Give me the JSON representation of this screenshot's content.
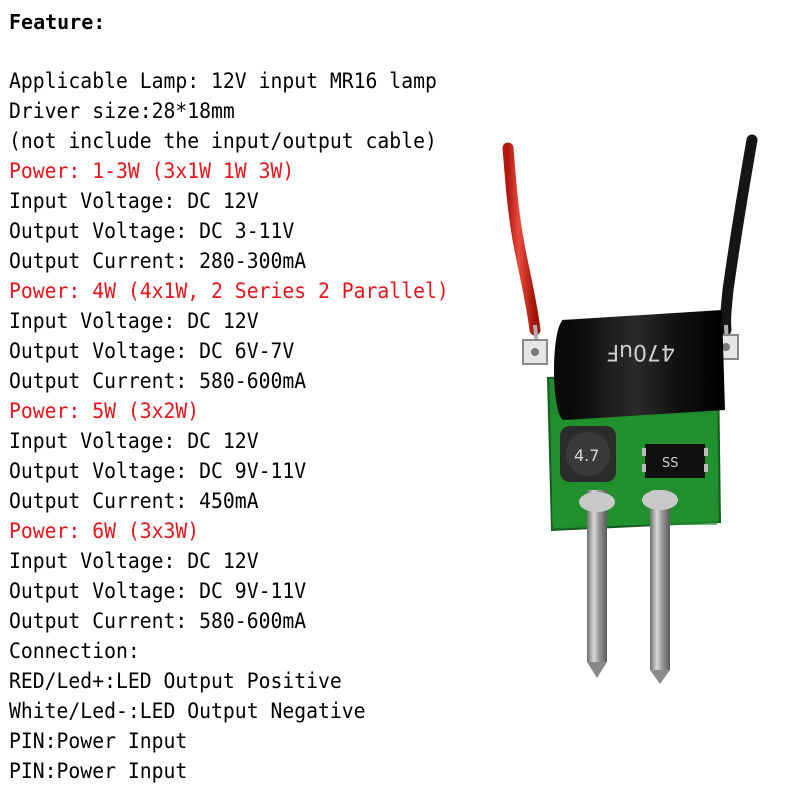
{
  "heading": "Feature:",
  "lines": [
    {
      "text": "Applicable Lamp: 12V input MR16 lamp",
      "red": false
    },
    {
      "text": "Driver size:28*18mm",
      "red": false
    },
    {
      "text": "(not include the input/output cable)",
      "red": false
    },
    {
      "text": "Power: 1-3W (3x1W 1W 3W)",
      "red": true
    },
    {
      "text": "Input Voltage: DC 12V",
      "red": false
    },
    {
      "text": "Output Voltage: DC 3-11V",
      "red": false
    },
    {
      "text": "Output Current: 280-300mA",
      "red": false
    },
    {
      "text": "Power: 4W (4x1W, 2 Series 2 Parallel)",
      "red": true
    },
    {
      "text": "Input Voltage: DC 12V",
      "red": false
    },
    {
      "text": "Output Voltage: DC 6V-7V",
      "red": false
    },
    {
      "text": "Output Current: 580-600mA",
      "red": false
    },
    {
      "text": "Power: 5W (3x2W)",
      "red": true
    },
    {
      "text": "Input Voltage: DC 12V",
      "red": false
    },
    {
      "text": "Output Voltage: DC 9V-11V",
      "red": false
    },
    {
      "text": "Output Current: 450mA",
      "red": false
    },
    {
      "text": "Power: 6W (3x3W)",
      "red": true
    },
    {
      "text": "Input Voltage: DC 12V",
      "red": false
    },
    {
      "text": "Output Voltage: DC 9V-11V",
      "red": false
    },
    {
      "text": "Output Current: 580-600mA",
      "red": false
    },
    {
      "text": "Connection:",
      "red": false
    },
    {
      "text": "RED/Led+:LED Output Positive",
      "red": false
    },
    {
      "text": "White/Led-:LED Output Negative",
      "red": false
    },
    {
      "text": "PIN:Power Input",
      "red": false
    },
    {
      "text": "PIN:Power Input",
      "red": false
    }
  ],
  "photo": {
    "capacitor_label": "470uF",
    "ic_label": "SS",
    "inductor_label": "4.7"
  },
  "colors": {
    "highlight": "#e8141c",
    "text": "#000000",
    "pcb": "#1f8a2e",
    "red_wire": "#d4281f",
    "black_wire": "#1a1a1a"
  }
}
